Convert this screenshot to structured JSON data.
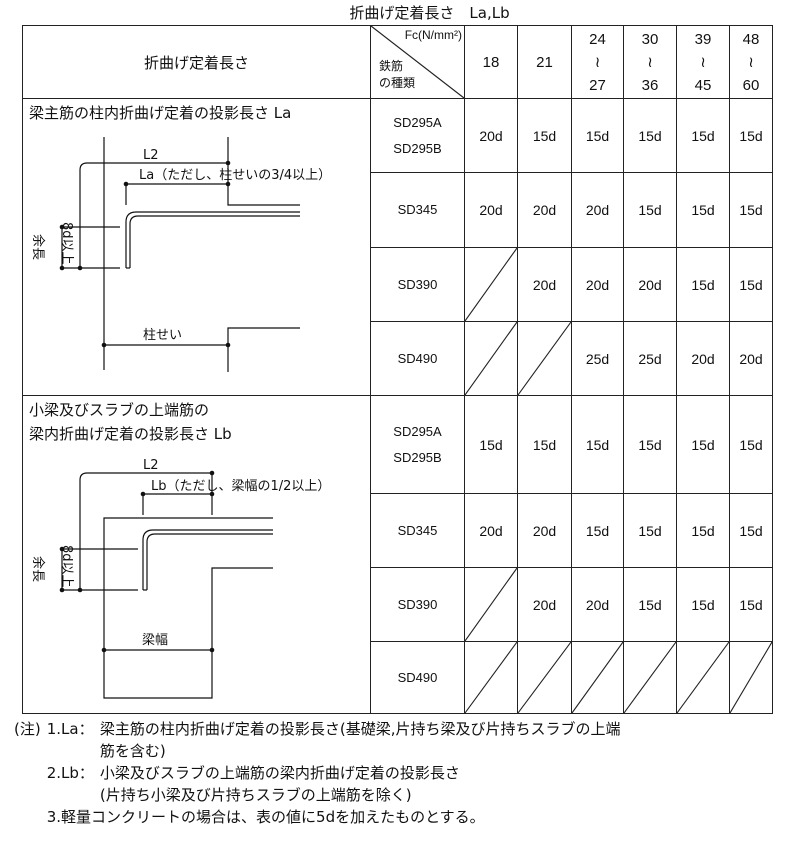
{
  "title": "折曲げ定着長さ　La,Lb",
  "header": {
    "left_label": "折曲げ定着長さ",
    "fc_label": "Fc(N/mm²)",
    "rebar_label_1": "鉄筋",
    "rebar_label_2": "の種類",
    "fc_columns": [
      {
        "top": "18"
      },
      {
        "top": "21"
      },
      {
        "top": "24",
        "mid": "≀",
        "bot": "27"
      },
      {
        "top": "30",
        "mid": "≀",
        "bot": "36"
      },
      {
        "top": "39",
        "mid": "≀",
        "bot": "45"
      },
      {
        "top": "48",
        "mid": "≀",
        "bot": "60"
      }
    ]
  },
  "sections": [
    {
      "title_lines": [
        "梁主筋の柱内折曲げ定着の投影長さ La"
      ],
      "diagram": {
        "l2": "L2",
        "length": "La（ただし、柱せいの3/4以上）",
        "extra_1": "余長",
        "extra_2": "8d以上",
        "width_label": "柱せい"
      },
      "rows": [
        {
          "rebar": [
            "SD295A",
            "SD295B"
          ],
          "values": [
            "20d",
            "15d",
            "15d",
            "15d",
            "15d",
            "15d"
          ]
        },
        {
          "rebar": [
            "SD345"
          ],
          "values": [
            "20d",
            "20d",
            "20d",
            "15d",
            "15d",
            "15d"
          ]
        },
        {
          "rebar": [
            "SD390"
          ],
          "values": [
            null,
            "20d",
            "20d",
            "20d",
            "15d",
            "15d"
          ]
        },
        {
          "rebar": [
            "SD490"
          ],
          "values": [
            null,
            null,
            "25d",
            "25d",
            "20d",
            "20d"
          ]
        }
      ]
    },
    {
      "title_lines": [
        "小梁及びスラブの上端筋の",
        "梁内折曲げ定着の投影長さ Lb"
      ],
      "diagram": {
        "l2": "L2",
        "length": "Lb（ただし、梁幅の1/2以上）",
        "extra_1": "余長",
        "extra_2": "8d以上",
        "width_label": "梁幅"
      },
      "rows": [
        {
          "rebar": [
            "SD295A",
            "SD295B"
          ],
          "values": [
            "15d",
            "15d",
            "15d",
            "15d",
            "15d",
            "15d"
          ]
        },
        {
          "rebar": [
            "SD345"
          ],
          "values": [
            "20d",
            "20d",
            "15d",
            "15d",
            "15d",
            "15d"
          ]
        },
        {
          "rebar": [
            "SD390"
          ],
          "values": [
            null,
            "20d",
            "20d",
            "15d",
            "15d",
            "15d"
          ]
        },
        {
          "rebar": [
            "SD490"
          ],
          "values": [
            null,
            null,
            null,
            null,
            null,
            null
          ]
        }
      ]
    }
  ],
  "notes": {
    "prefix": "(注)",
    "n1_label": "1.La：",
    "n1_line1": "梁主筋の柱内折曲げ定着の投影長さ(基礎梁,片持ち梁及び片持ちスラブの上端",
    "n1_line2": "筋を含む)",
    "n2_label": "2.Lb：",
    "n2_line1": "小梁及びスラブの上端筋の梁内折曲げ定着の投影長さ",
    "n2_line2": "(片持ち小梁及び片持ちスラブの上端筋を除く)",
    "n3": "3.軽量コンクリートの場合は、表の値に5dを加えたものとする。"
  }
}
